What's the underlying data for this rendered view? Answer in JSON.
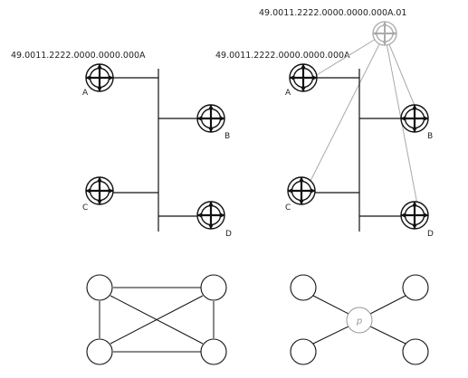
{
  "left_diagram": {
    "address": "49.0011.2222.0000.0000.000A",
    "routers": [
      "A",
      "B",
      "C",
      "D"
    ]
  },
  "right_diagram": {
    "address": "49.0011.2222.0000.0000.000A",
    "pseudonode_address": "49.0011.2222.0000.0000.000A.01",
    "routers": [
      "A",
      "B",
      "C",
      "D"
    ]
  },
  "pseudonode_label": "p"
}
